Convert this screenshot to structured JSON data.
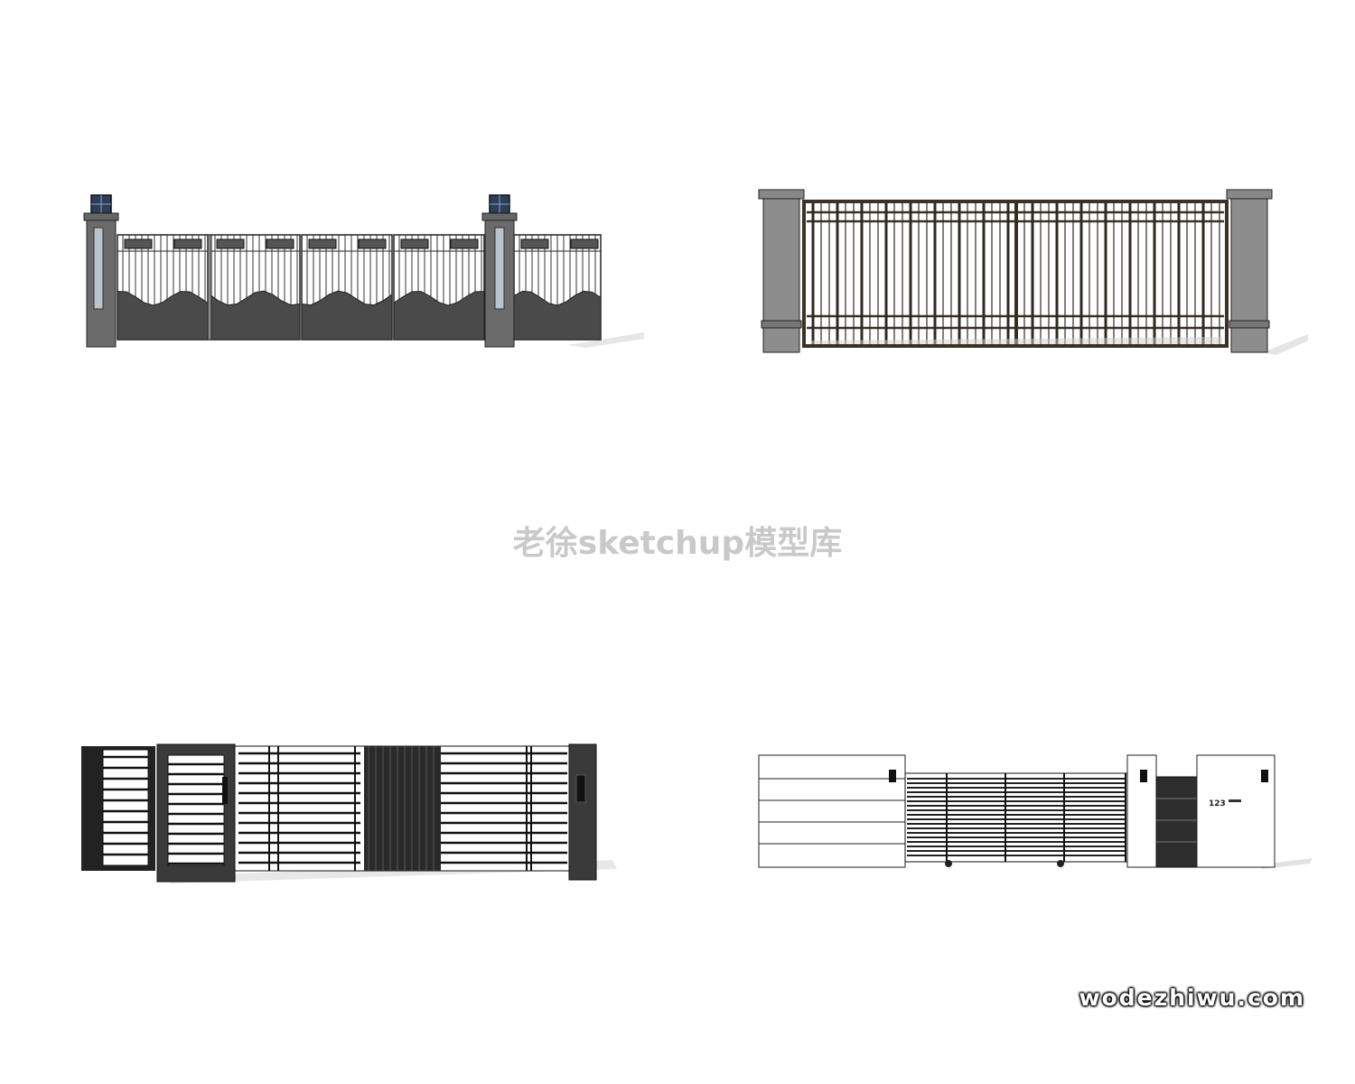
{
  "watermark": "老徐sketchup模型库",
  "site_mark": "wodezhiwu.com",
  "gates": [
    {
      "name": "ornamental-iron-gate"
    },
    {
      "name": "stone-pillar-sliding-gate"
    },
    {
      "name": "black-slat-gate"
    },
    {
      "name": "modern-white-wall-gate",
      "house_number": "123"
    }
  ]
}
